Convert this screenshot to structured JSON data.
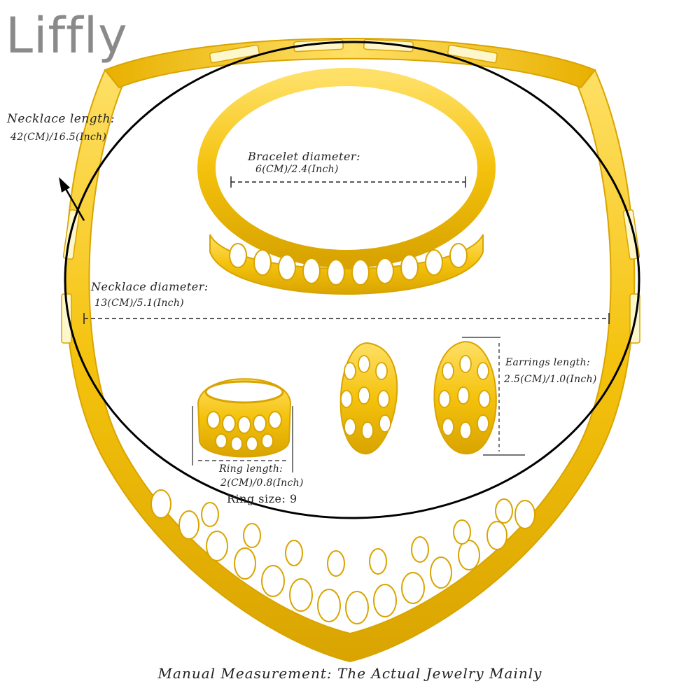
{
  "brand": {
    "logo_text": "Liffly",
    "logo_color": "#8a8a8a"
  },
  "colors": {
    "gold": "#f4c20d",
    "gold_light": "#ffe066",
    "gold_dark": "#d9a400"
  },
  "labels": {
    "necklace_length": {
      "title": "Necklace length:",
      "value": "42(CM)/16.5(Inch)"
    },
    "bracelet_diameter": {
      "title": "Bracelet diameter:",
      "value": "6(CM)/2.4(Inch)"
    },
    "necklace_diameter": {
      "title": "Necklace diameter:",
      "value": "13(CM)/5.1(Inch)"
    },
    "earrings_length": {
      "title": "Earrings length:",
      "value": "2.5(CM)/1.0(Inch)"
    },
    "ring_length": {
      "title": "Ring length:",
      "value": "2(CM)/0.8(Inch)"
    },
    "ring_size": "Ring size: 9"
  },
  "footer": "Manual Measurement:  The Actual Jewelry Mainly"
}
